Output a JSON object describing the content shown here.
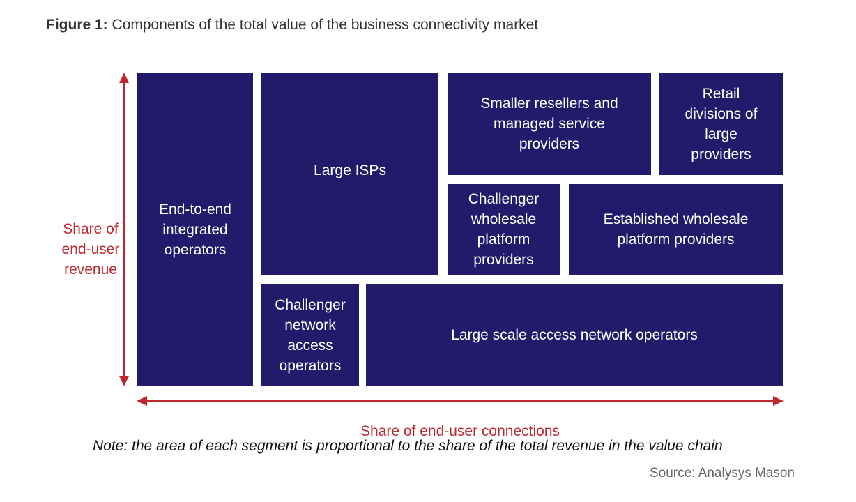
{
  "figure": {
    "title_lead": "Figure 1:",
    "title_text": "Components of the total value of the business connectivity market"
  },
  "diagram": {
    "segments": {
      "end_to_end": "End-to-end\nintegrated\noperators",
      "large_isps": "Large ISPs",
      "smaller_resellers": "Smaller resellers and\nmanaged service\nproviders",
      "retail_divisions": "Retail\ndivisions of\nlarge\nproviders",
      "challenger_wholesale": "Challenger\nwholesale\nplatform\nproviders",
      "established_wholesale": "Established wholesale\nplatform providers",
      "challenger_network": "Challenger\nnetwork\naccess\noperators",
      "large_scale_access": "Large scale access network operators"
    },
    "y_axis_label": "Share of\nend-user\nrevenue",
    "x_axis_label": "Share of end-user connections",
    "block_color": "#221a6b",
    "axis_color": "#c0272d"
  },
  "note": "Note: the area of each segment is proportional to the share of the total revenue in the value chain",
  "source": "Source: Analysys Mason"
}
